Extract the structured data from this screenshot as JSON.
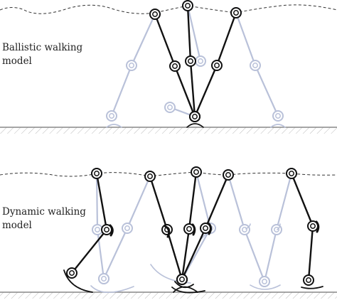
{
  "panels": [
    {
      "label_line1": "Ballistic walking",
      "label_line2": "model"
    },
    {
      "label_line1": "Dynamic walking",
      "label_line2": "model"
    }
  ],
  "colors": {
    "active": "#111111",
    "ghost": "#b9c1d9",
    "ground": "#888888"
  }
}
